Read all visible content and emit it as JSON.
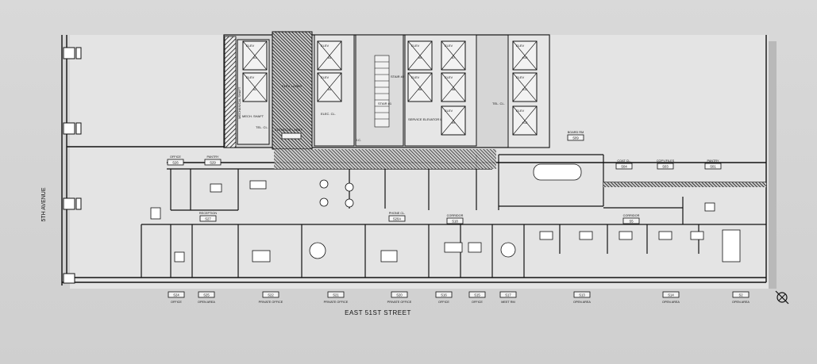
{
  "street_south": "EAST 51ST STREET",
  "street_west": "5TH AVENUE",
  "core": {
    "elevators": [
      {
        "label": "ELEV",
        "num": "#1"
      },
      {
        "label": "ELEV",
        "num": "#2"
      },
      {
        "label": "ELEV",
        "num": "#3"
      },
      {
        "label": "ELEV",
        "num": "#4"
      },
      {
        "label": "ELEV",
        "num": "#5"
      },
      {
        "label": "ELEV",
        "num": "#6"
      },
      {
        "label": "ELEV",
        "num": "#7"
      },
      {
        "label": "ELEV",
        "num": "#8"
      },
      {
        "label": "ELEV",
        "num": "#9"
      },
      {
        "label": "ELEV",
        "num": "#10"
      },
      {
        "label": "ELEV",
        "num": "#11"
      },
      {
        "label": "ELEV",
        "num": "#12"
      }
    ],
    "mech_shaft": "MECHANICAL SHAFT",
    "mech_shaft2": "MECH. SHAFT",
    "tel_cl_1": "TEL. CL.",
    "elec_cl": "ELEC. CL.",
    "jc": "J.C.",
    "stair_1": "STAIR #1",
    "stair_2": "STAIR #2",
    "service_lobby": "SERVICE ELEVATOR LOBBY",
    "tel_cl_2": "TEL. CL.",
    "elev_lobby": "ELEV. LOBBY",
    "elev_lobby_tag": "ELEVATOR LOBBY"
  },
  "rooms_north": [
    {
      "name": "OFFICE",
      "num": "S26"
    },
    {
      "name": "PANTRY",
      "num": "S29"
    },
    {
      "name": "RECEPTION",
      "num": "S27"
    },
    {
      "name": "BOARD RM",
      "num": "S09"
    },
    {
      "name": "COAT CL.",
      "num": "S04"
    },
    {
      "name": "COPY/FILES",
      "num": "S03"
    },
    {
      "name": "PANTRY",
      "num": "S01"
    }
  ],
  "rooms_mid": [
    {
      "name": "CORRIDOR",
      "num": "S18"
    },
    {
      "name": "CORRIDOR",
      "num": "S5"
    },
    {
      "name": "PHONE CL.",
      "num": "S20A"
    }
  ],
  "rooms_south": [
    {
      "num": "S24",
      "name": "OFFICE"
    },
    {
      "num": "S25",
      "name": "OPEN AREA"
    },
    {
      "num": "S22",
      "name": "PRIVATE OFFICE"
    },
    {
      "num": "S21",
      "name": "PRIVATE OFFICE"
    },
    {
      "num": "S20",
      "name": "PRIVATE OFFICE"
    },
    {
      "num": "S16",
      "name": "OFFICE"
    },
    {
      "num": "S15",
      "name": "OFFICE"
    },
    {
      "num": "S17",
      "name": "MEET RM"
    },
    {
      "num": "S13",
      "name": "OPEN AREA"
    },
    {
      "num": "S14",
      "name": "OPEN AREA"
    },
    {
      "num": "S2",
      "name": "OPEN AREA"
    }
  ],
  "north_icon": "north-arrow"
}
